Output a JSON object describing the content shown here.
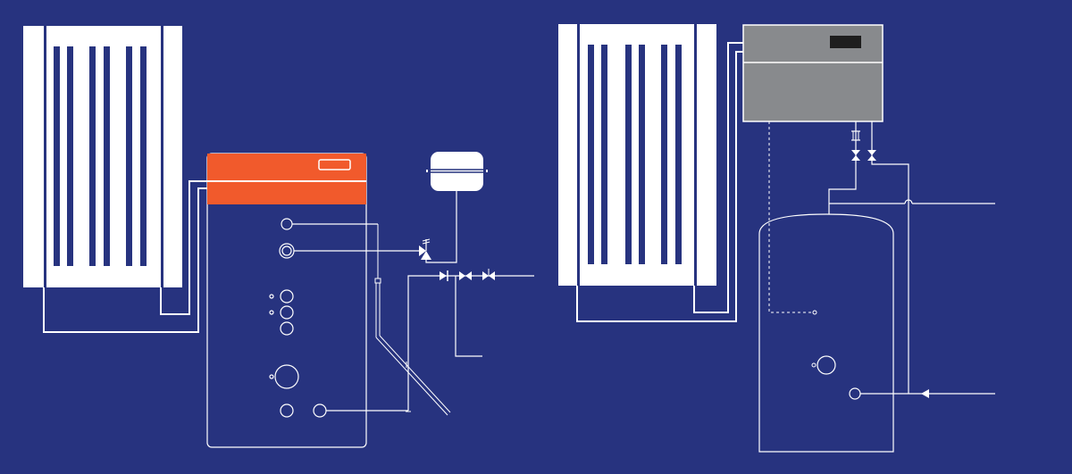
{
  "diagram": {
    "colors": {
      "background": "#27337f",
      "line": "#ffffff",
      "boiler_panel": "#f15a2c",
      "heat_pump_unit": "#888a8d",
      "display_screen": "#1e1e1e"
    },
    "left_system": {
      "components": [
        "radiator",
        "combination-boiler",
        "expansion-vessel",
        "valve-group",
        "flue-pipe"
      ]
    },
    "right_system": {
      "components": [
        "radiator",
        "heat-pump-unit",
        "hot-water-cylinder",
        "valve-group"
      ]
    }
  }
}
